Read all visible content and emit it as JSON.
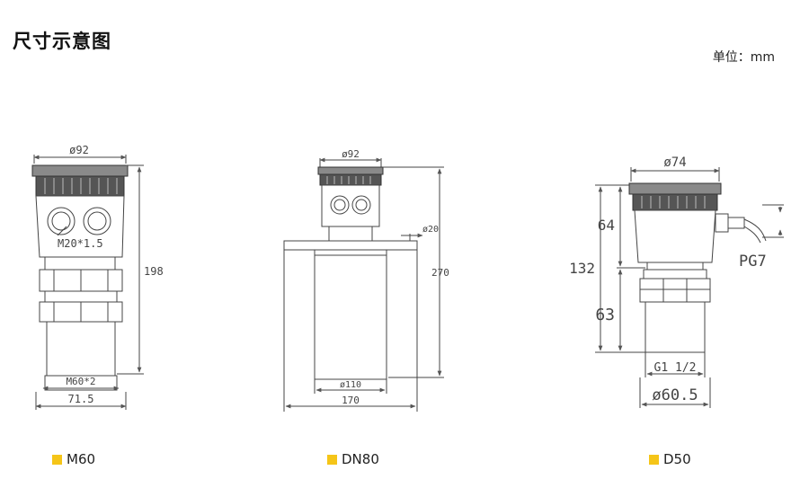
{
  "header": {
    "title": "尺寸示意图",
    "unit": "单位：mm"
  },
  "accent_color": "#f5c518",
  "models": [
    {
      "label": "M60",
      "dims": {
        "top_dia": "ø92",
        "conduit": "M20*1.5",
        "height": "198",
        "thread": "M60*2",
        "bottom": "71.5"
      }
    },
    {
      "label": "DN80",
      "dims": {
        "top_dia": "ø92",
        "flange_hole": "ø20",
        "height": "270",
        "probe_dia": "ø110",
        "flange": "170"
      }
    },
    {
      "label": "D50",
      "dims": {
        "top_dia": "ø74",
        "head_h": "64",
        "total_h": "132",
        "lower_h": "63",
        "cable": "PG7",
        "thread": "G1 1/2",
        "bottom_dia": "ø60.5"
      }
    }
  ]
}
